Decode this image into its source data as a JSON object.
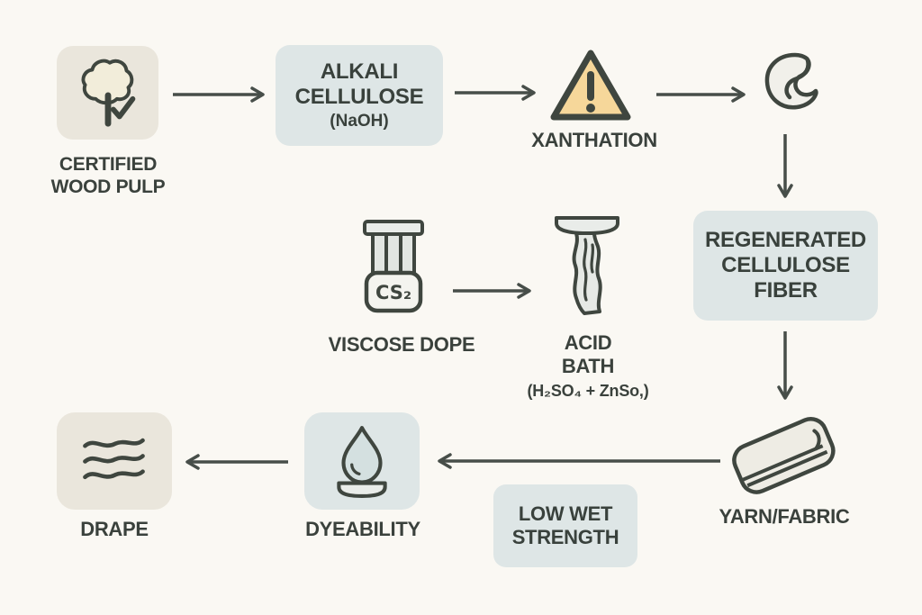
{
  "colors": {
    "background": "#faf8f3",
    "box_beige": "#eae6dc",
    "box_blue_gray": "#dee6e6",
    "warning_triangle_fill": "#f6d79a",
    "icon_outline": "#3f463f",
    "icon_fill_light": "#f1f0ea",
    "icon_fill_gray": "#e6e9e5",
    "droplet_fill": "#d4e0e0",
    "tree_crown_fill": "#f2edda",
    "text": "#3a413c",
    "arrow": "#474e49"
  },
  "nodes": {
    "wood_pulp": {
      "label": "CERTIFIED\nWOOD PULP"
    },
    "alkali": {
      "name": "ALKALI\nCELLULOSE",
      "sub": "(NaOH)"
    },
    "xanthation": {
      "label": "XANTHATION"
    },
    "regenerated": {
      "label": "REGENERATED\nCELLULOSE\nFIBER"
    },
    "viscose": {
      "label": "VISCOSE DOPE",
      "icon_text": "CS₂"
    },
    "acid_bath": {
      "label": "ACID\nBATH",
      "formula": "(H₂SO₄ + ZnSo,)"
    },
    "yarn": {
      "label": "YARN/FABRIC"
    },
    "low_wet": {
      "label": "LOW WET\nSTRENGTH"
    },
    "dyeability": {
      "label": "DYEABILITY"
    },
    "drape": {
      "label": "DRAPE"
    }
  },
  "icons": {
    "wood_pulp": "tree-with-checkmark",
    "xanthation": "warning-triangle",
    "fiber_swirl": "fiber-swirl",
    "viscose": "filter-press-cs2",
    "acid_bath": "pouring-liquid-stream",
    "yarn": "folded-fabric",
    "dyeability": "dye-droplet-over-dish",
    "drape": "fabric-waves"
  }
}
